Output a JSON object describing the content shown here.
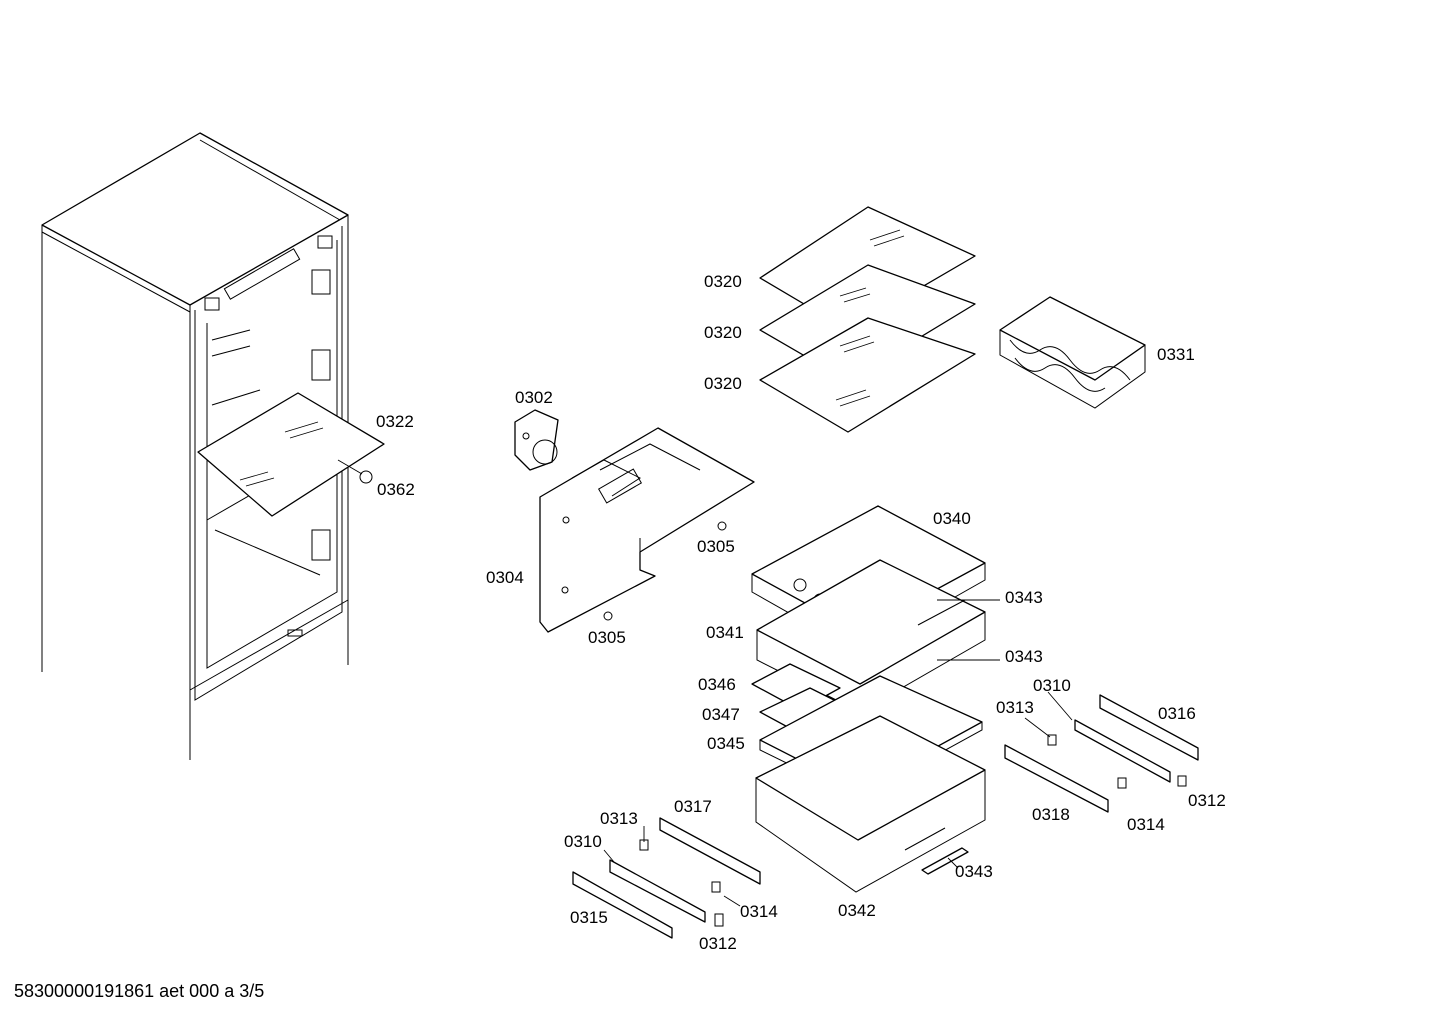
{
  "labels": {
    "l0322": "0322",
    "l0362": "0362",
    "l0302": "0302",
    "l0304": "0304",
    "l0305a": "0305",
    "l0305b": "0305",
    "l0320a": "0320",
    "l0320b": "0320",
    "l0320c": "0320",
    "l0331": "0331",
    "l0340": "0340",
    "l0341": "0341",
    "l0343a": "0343",
    "l0343b": "0343",
    "l0343c": "0343",
    "l0346": "0346",
    "l0347": "0347",
    "l0345": "0345",
    "l0342": "0342",
    "l0310a": "0310",
    "l0313a": "0313",
    "l0316": "0316",
    "l0318": "0318",
    "l0314a": "0314",
    "l0312a": "0312",
    "l0313b": "0313",
    "l0317": "0317",
    "l0310b": "0310",
    "l0314b": "0314",
    "l0315": "0315",
    "l0312b": "0312"
  },
  "footer": "58300000191861 aet 000 a 3/5"
}
